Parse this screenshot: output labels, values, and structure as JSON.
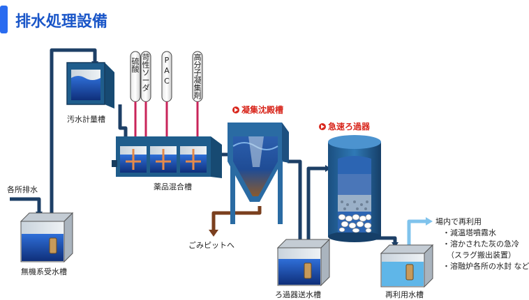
{
  "title": "排水処理設備",
  "labels": {
    "misc_drain": "各所排水",
    "inorganic_tank": "無機系受水槽",
    "flow_tank": "汚水計量槽",
    "mixing_tank": "薬品混合槽",
    "sulfuric_acid": "硫酸",
    "caustic_soda": "苛性ソーダ",
    "pac": "PAC",
    "polymer": "高分子凝集剤",
    "sedimentation": "凝集沈殿槽",
    "rapid_filter": "急速ろ過器",
    "to_pit": "ごみピットへ",
    "filter_feed_tank": "ろ過器送水槽",
    "reuse_tank": "再利用水槽",
    "reuse_heading": "場内で再利用",
    "reuse_items": [
      "・減温塔噴霧水",
      "・溶かされた灰の急冷",
      "（スラグ搬出装置）",
      "・溶融炉各所の水封 など"
    ]
  },
  "colors": {
    "title_accent": "#2a6cf0",
    "tank_blue": "#1f5d8c",
    "pipe_navy": "#1d3f66",
    "chem_pipe": "#c8245a",
    "sludge_pipe": "#7a3f1e",
    "reuse_pipe": "#7fc3ec",
    "highlight": "#d8261c"
  }
}
